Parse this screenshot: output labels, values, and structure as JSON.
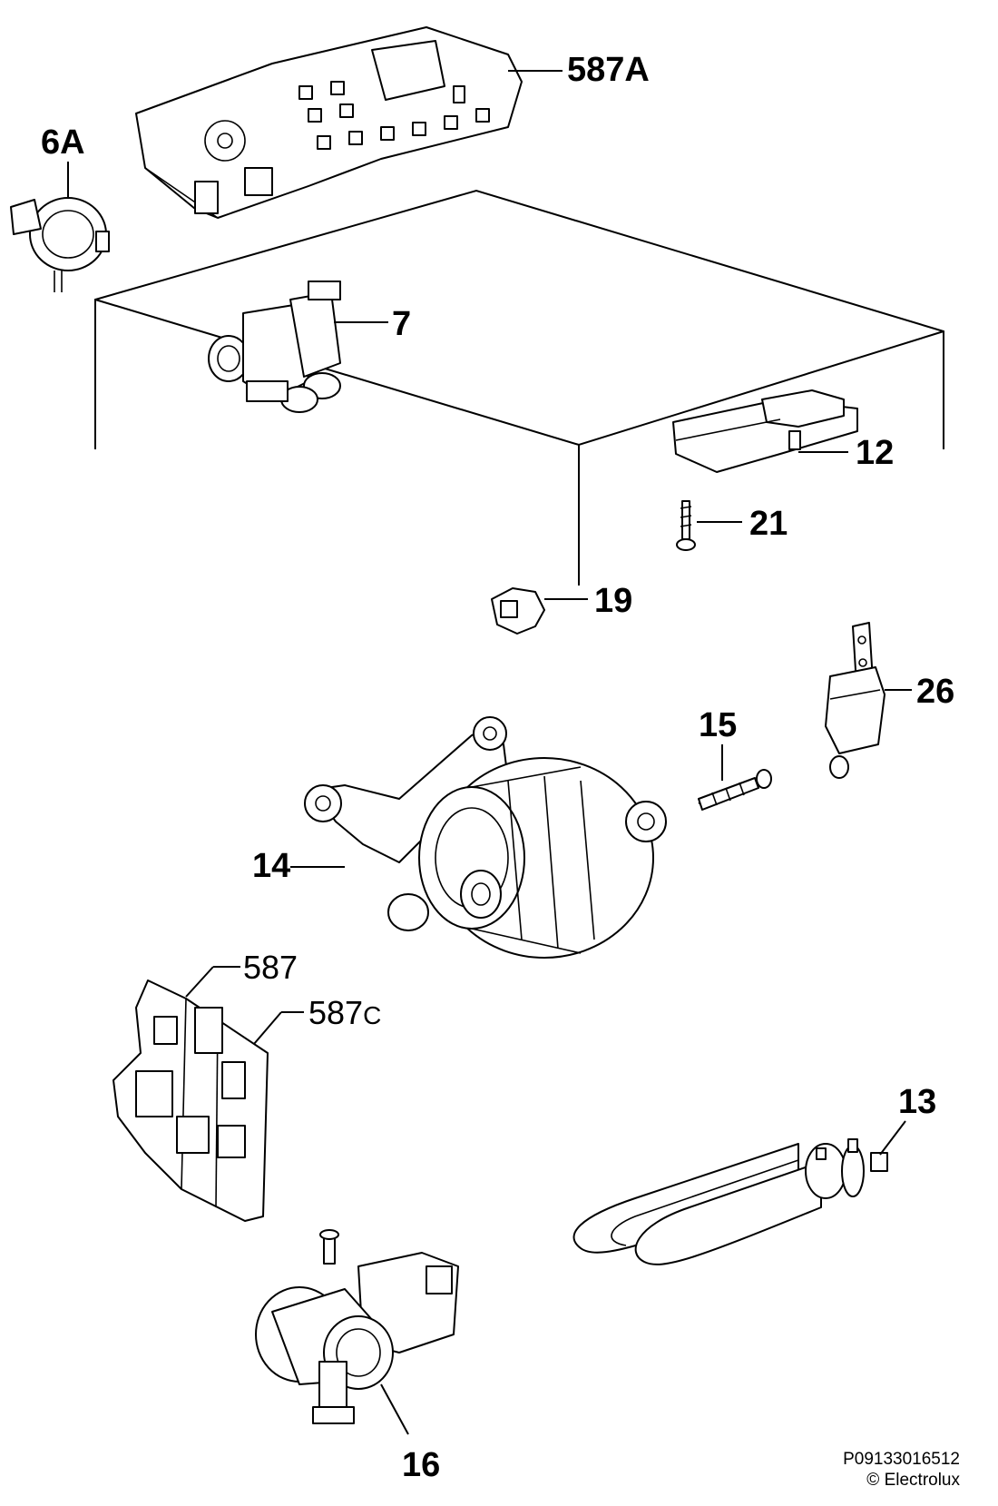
{
  "diagram": {
    "labels": {
      "p587A": "587A",
      "p6A": "6A",
      "p7": "7",
      "p12": "12",
      "p21": "21",
      "p19": "19",
      "p26": "26",
      "p15": "15",
      "p14": "14",
      "p587": "587",
      "p587C_main": "587",
      "p587C_suffix": "C",
      "p13": "13",
      "p16": "16"
    },
    "footer": {
      "drawing_code": "P09133016512",
      "copyright": "© Electrolux"
    }
  }
}
